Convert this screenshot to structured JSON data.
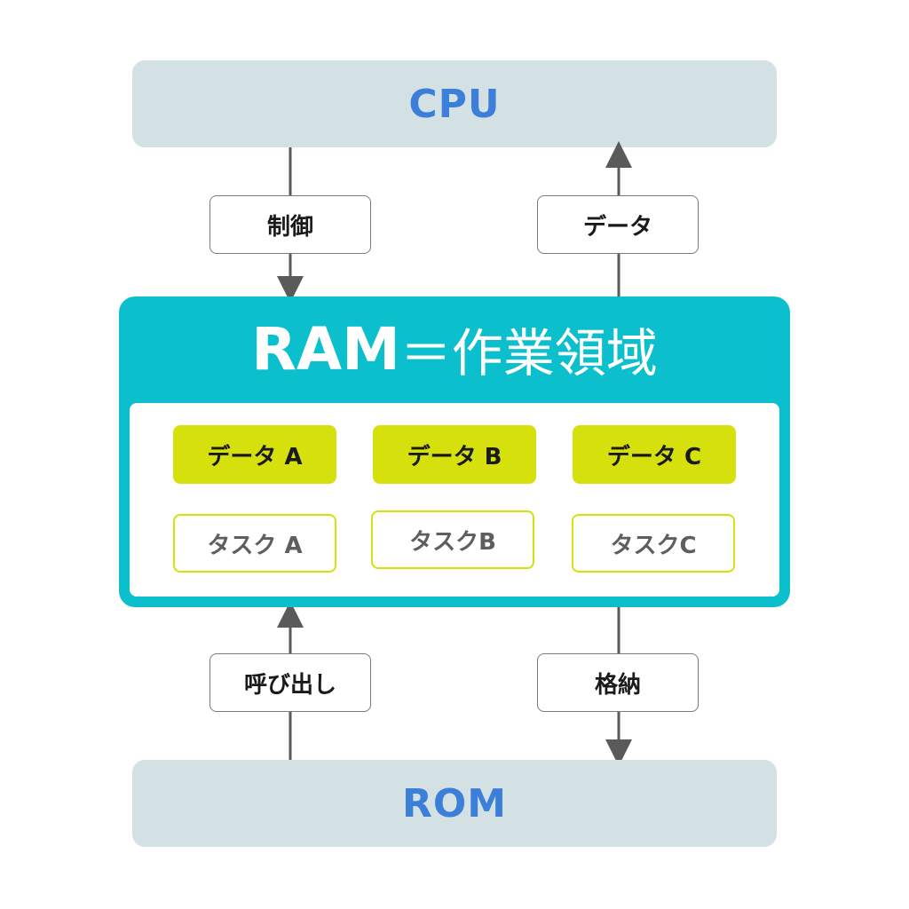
{
  "cpu": {
    "label": "CPU"
  },
  "rom": {
    "label": "ROM"
  },
  "arrows": {
    "control": "制御",
    "data": "データ",
    "call": "呼び出し",
    "store": "格納"
  },
  "ram": {
    "title_main": "RAM",
    "title_sub": "＝作業領域",
    "data_items": [
      "データ A",
      "データ B",
      "データ C"
    ],
    "task_items": [
      "タスク A",
      "タスクB",
      "タスクC"
    ]
  },
  "colors": {
    "bar_bg": "#d3e1e4",
    "bar_text": "#3b7fd9",
    "ram_bg": "#0bbfcc",
    "data_chip": "#d5e00c",
    "arrow": "#5a5a5a"
  }
}
